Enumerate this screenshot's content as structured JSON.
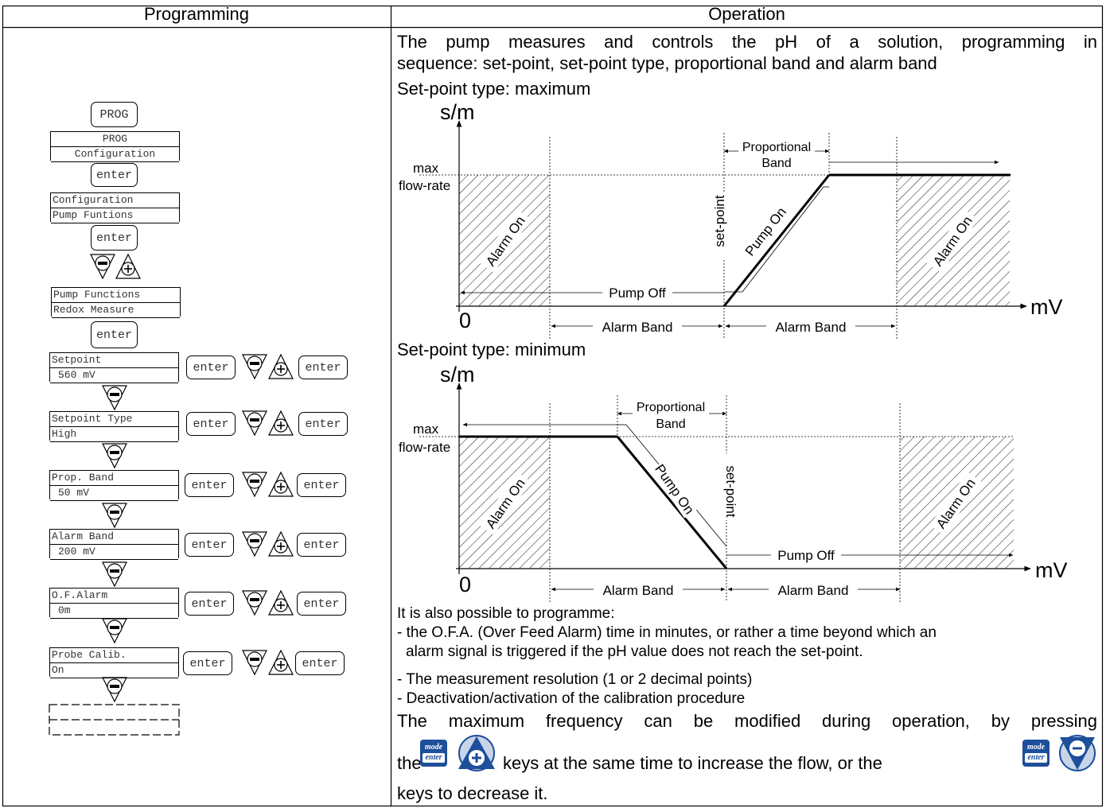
{
  "header": {
    "programming": "Programming",
    "operation": "Operation"
  },
  "left": {
    "prog_key": "PROG",
    "menu1": [
      "PROG",
      "Configuration"
    ],
    "enter": "enter",
    "menu2": [
      "Configuration",
      "Pump Funtions"
    ],
    "menu3": [
      "Pump Functions",
      "Redox Measure"
    ],
    "params": [
      {
        "line1": "Setpoint",
        "line2": "560 mV"
      },
      {
        "line1": "Setpoint Type",
        "line2": "High"
      },
      {
        "line1": "Prop. Band",
        "line2": "50 mV"
      },
      {
        "line1": "Alarm Band",
        "line2": "200 mV"
      },
      {
        "line1": "O.F.Alarm",
        "line2": "0m"
      },
      {
        "line1": "Probe Calib.",
        "line2": "On"
      }
    ]
  },
  "right": {
    "intro": [
      "The pump measures and controls the pH of a solution, programming in",
      "sequence: set-point, set-point type, proportional band and alarm band"
    ],
    "chart_max_label": "Set-point type: maximum",
    "chart_min_label": "Set-point type: minimum",
    "chart_text": {
      "y_axis": "s/m",
      "x_axis": "mV",
      "origin": "0",
      "max": "max",
      "flow_rate": "flow-rate",
      "alarm_on": "Alarm On",
      "set_point": "set-point",
      "pump_on": "Pump On",
      "pump_off": "Pump Off",
      "prop_band_1": "Proportional",
      "prop_band_2": "Band",
      "alarm_band": "Alarm Band"
    },
    "also": "It is also possible to programme:",
    "bullets": [
      "- the O.F.A. (Over Feed Alarm) time in minutes, or rather a time beyond which an",
      "  alarm signal is triggered if the pH value does not reach the set-point.",
      "- The measurement resolution (1 or 2 decimal points)",
      "- Deactivation/activation of the calibration procedure"
    ],
    "closing_1": "The maximum frequency can be modified during operation, by pressing",
    "closing_2a": "the",
    "closing_2b": "keys at the same time to increase the flow, or the",
    "closing_3": "keys to decrease it.",
    "mode_key": [
      "mode",
      "enter"
    ]
  },
  "chart_data": [
    {
      "type": "line",
      "title": "Set-point type: maximum",
      "ylabel": "s/m",
      "xlabel": "mV",
      "series": [
        {
          "name": "",
          "x": [
            0,
            1,
            2
          ],
          "y": [
            0,
            1,
            1
          ]
        }
      ]
    },
    {
      "type": "line",
      "title": "Set-point type: minimum",
      "ylabel": "s/m",
      "xlabel": "mV",
      "series": [
        {
          "name": "",
          "x": [
            0,
            1,
            2
          ],
          "y": [
            1,
            1,
            0
          ]
        }
      ]
    }
  ]
}
